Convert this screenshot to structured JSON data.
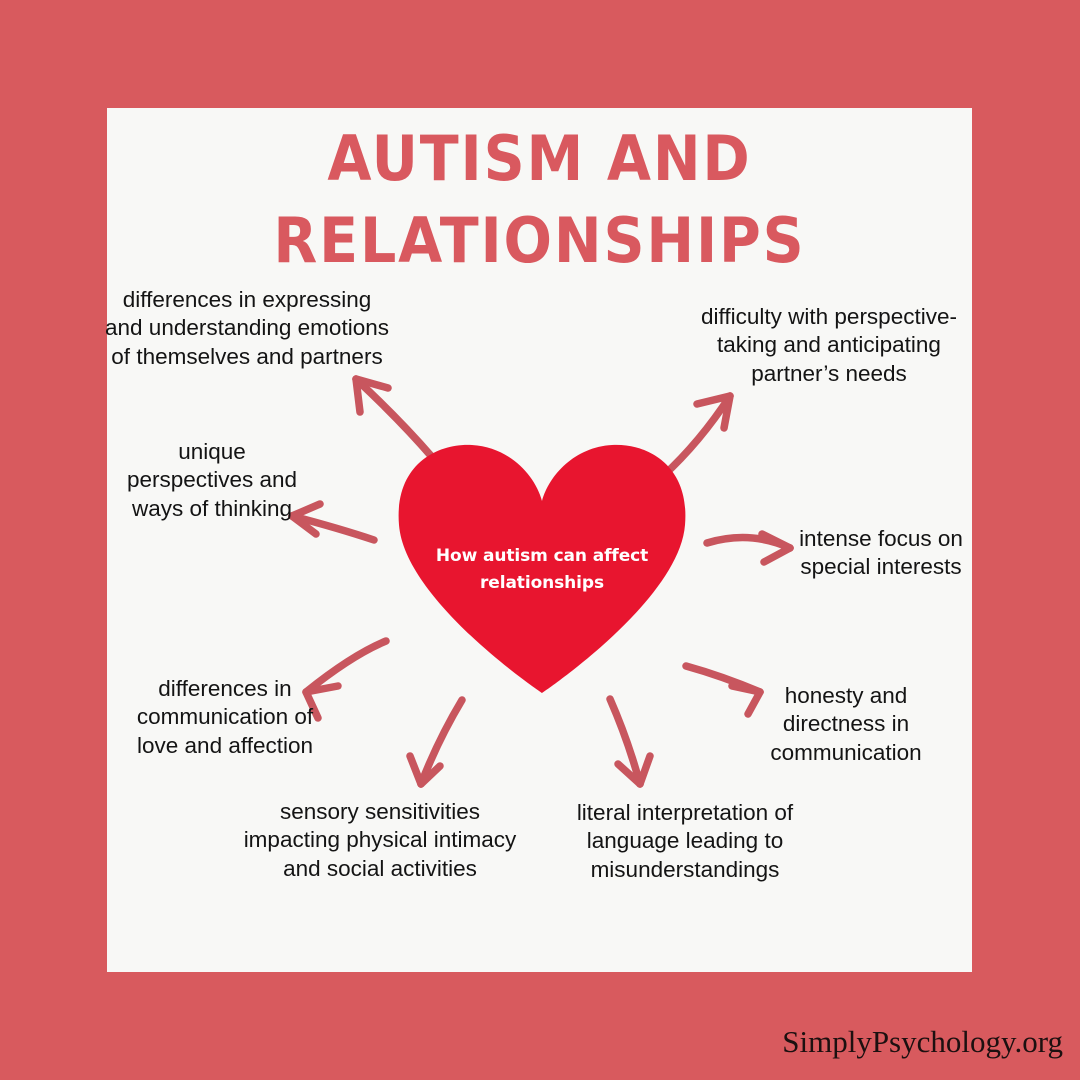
{
  "theme": {
    "background_color": "#d85a5e",
    "card_color": "#f8f8f6",
    "title_color": "#d9595f",
    "heart_color": "#e8152f",
    "arrow_color": "#c8565e",
    "label_color": "#141414",
    "logo_color": "#1c1010"
  },
  "title": "Autism and Relationships",
  "center": {
    "icon": "heart-icon",
    "text": "How autism can affect relationships"
  },
  "labels": [
    {
      "id": "emotions",
      "text": "differences in expressing and understanding emotions of themselves and partners",
      "position": "top-left",
      "arrow": "arrow-up-right-icon"
    },
    {
      "id": "perspective",
      "text": "difficulty with perspective-taking and anticipating partner’s needs",
      "position": "top-right",
      "arrow": "arrow-up-right-icon"
    },
    {
      "id": "unique",
      "text": "unique perspectives and ways of thinking",
      "position": "middle-left",
      "arrow": "arrow-left-icon"
    },
    {
      "id": "focus",
      "text": "intense focus on special interests",
      "position": "middle-right",
      "arrow": "arrow-right-icon"
    },
    {
      "id": "affection",
      "text": "differences in communication of love and affection",
      "position": "bottom-left",
      "arrow": "arrow-down-left-icon"
    },
    {
      "id": "honesty",
      "text": "honesty and directness in communication",
      "position": "bottom-right",
      "arrow": "arrow-down-right-icon"
    },
    {
      "id": "sensory",
      "text": "sensory sensitivities impacting physical intimacy and social activities",
      "position": "bottom-center-left",
      "arrow": "arrow-down-icon"
    },
    {
      "id": "literal",
      "text": "literal interpretation of language leading to misunderstandings",
      "position": "bottom-center-right",
      "arrow": "arrow-down-icon"
    }
  ],
  "footer": {
    "logo_text": "SimplyPsychology.org"
  }
}
